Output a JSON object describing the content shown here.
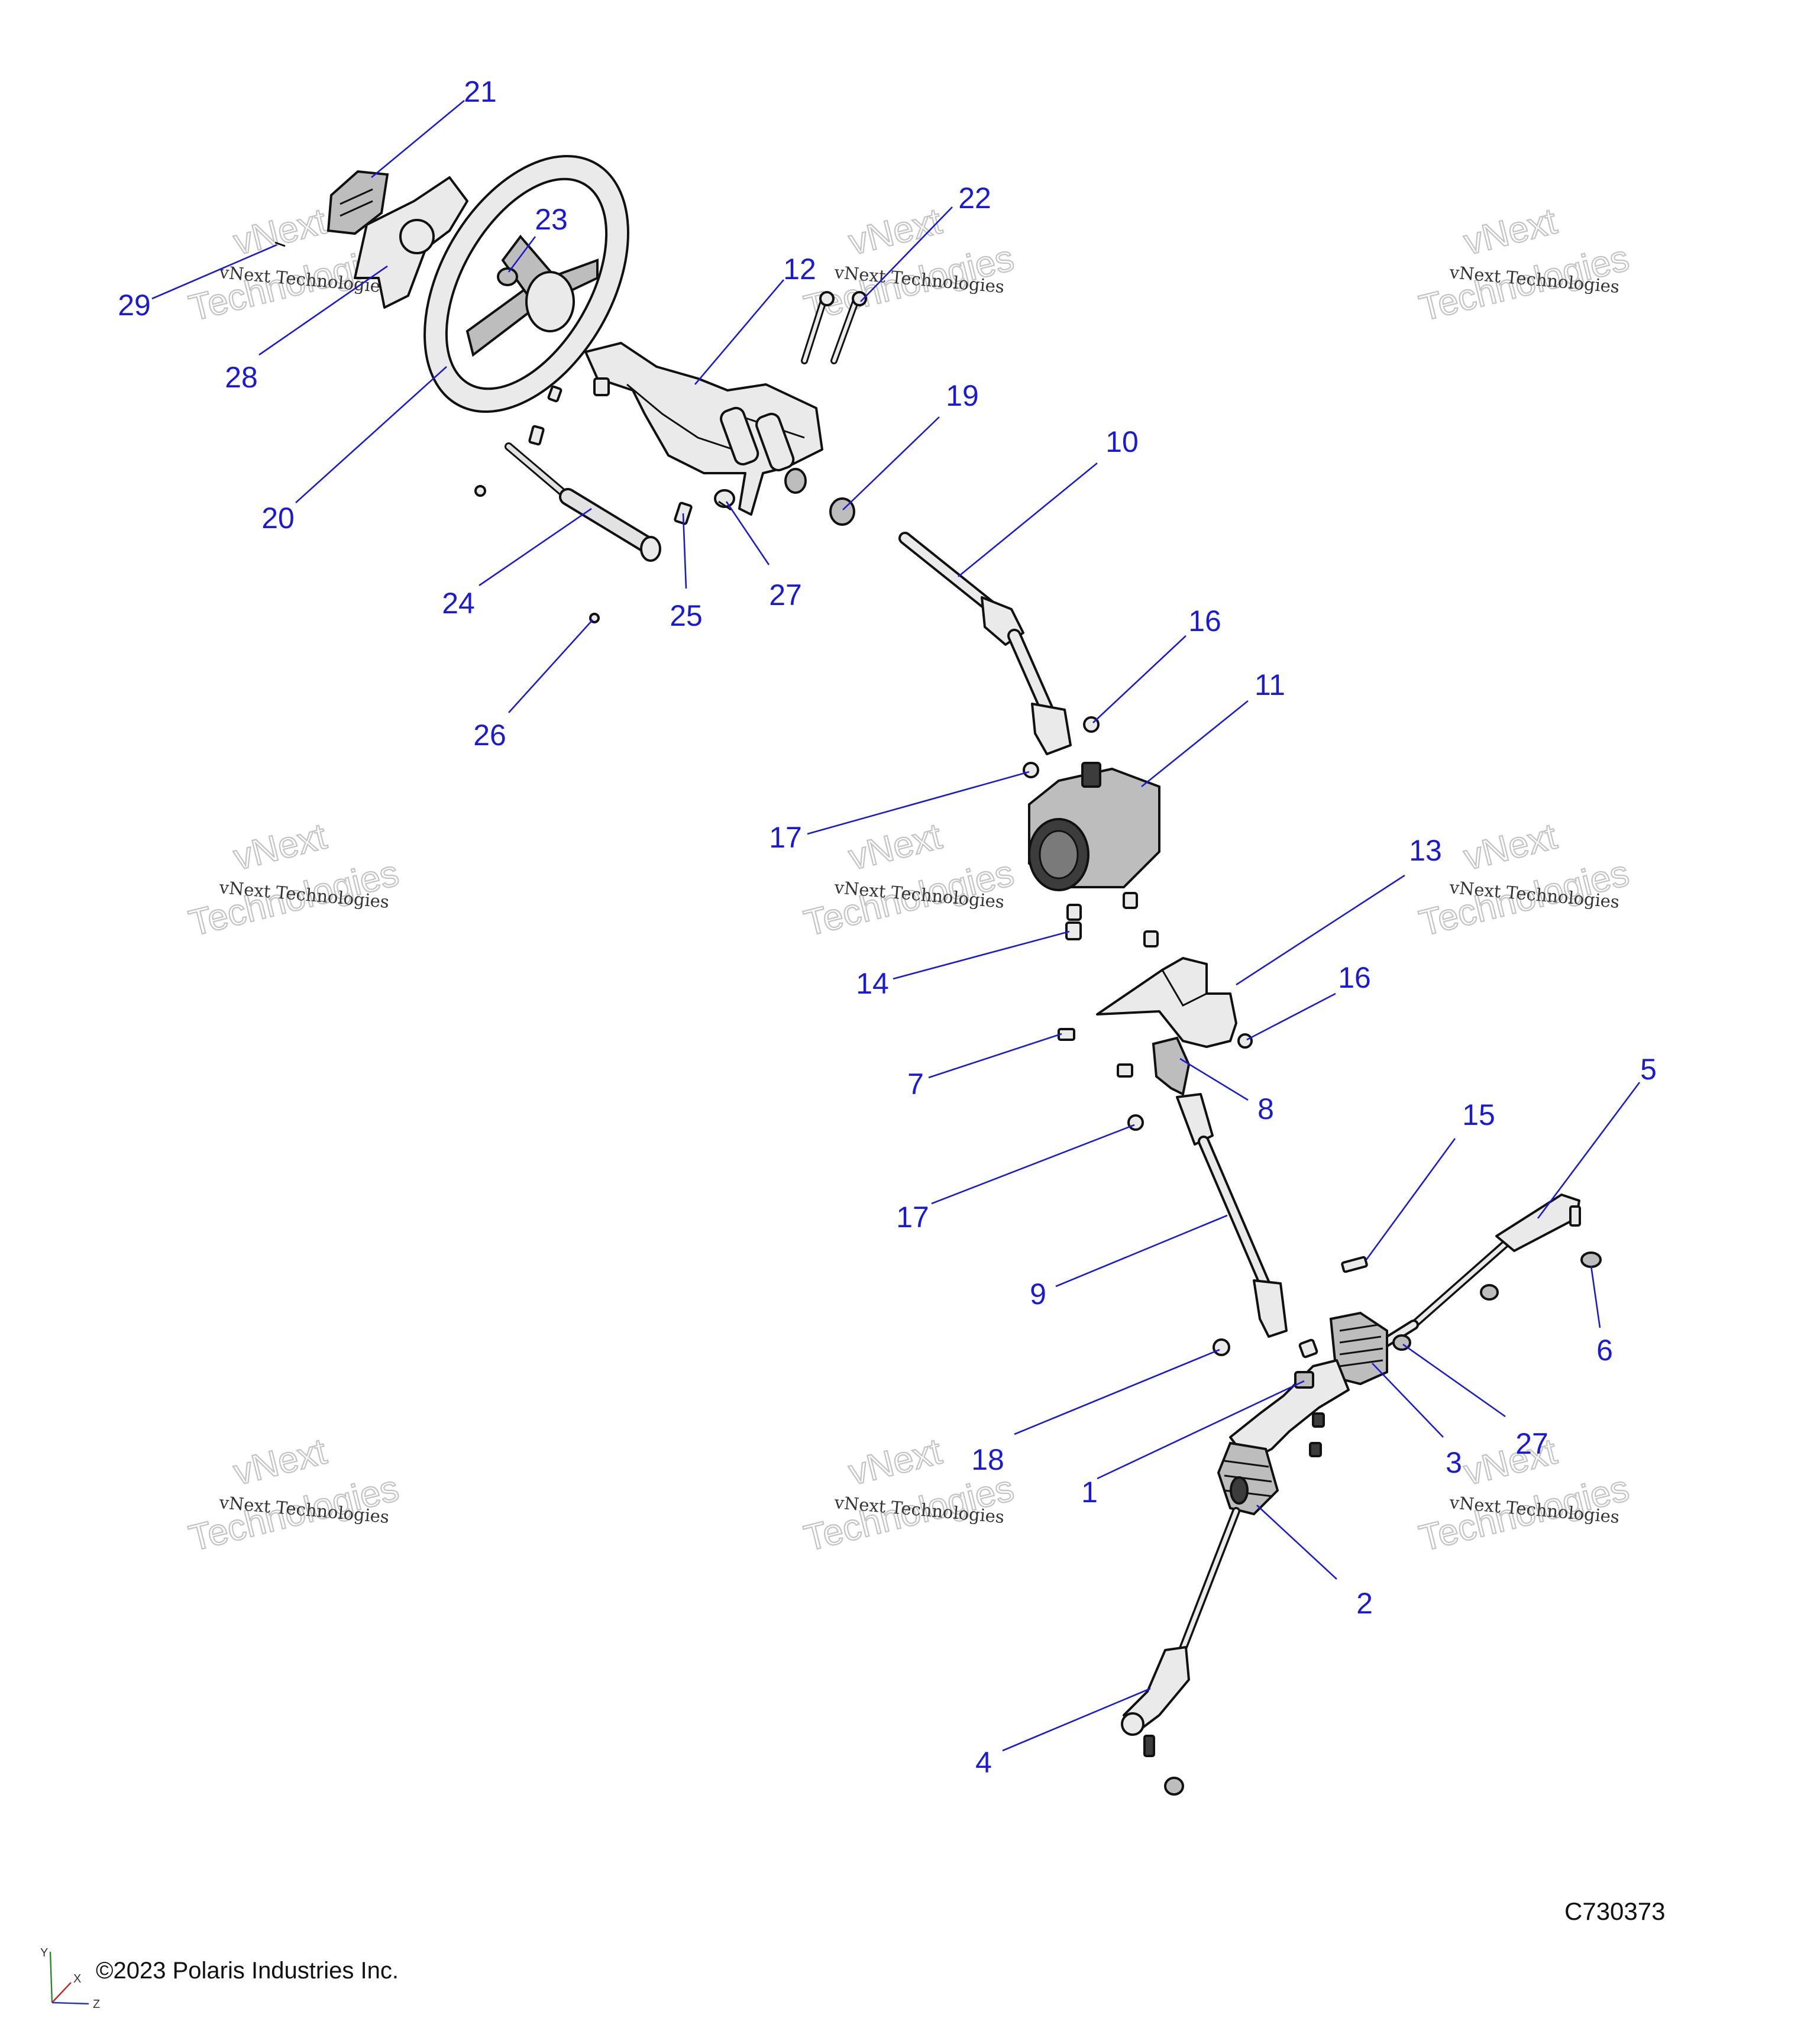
{
  "diagram": {
    "drawing_number": "C730373",
    "copyright": "©2023 Polaris Industries Inc.",
    "watermark": {
      "line1": "vNext Technologies",
      "line2": "vNext",
      "line3": "Technologies"
    },
    "axes": {
      "y": "Y",
      "x": "X",
      "z": "Z"
    },
    "callouts": [
      {
        "label": "21"
      },
      {
        "label": "23"
      },
      {
        "label": "22"
      },
      {
        "label": "12"
      },
      {
        "label": "29"
      },
      {
        "label": "28"
      },
      {
        "label": "19"
      },
      {
        "label": "10"
      },
      {
        "label": "20"
      },
      {
        "label": "24"
      },
      {
        "label": "25"
      },
      {
        "label": "27"
      },
      {
        "label": "16"
      },
      {
        "label": "11"
      },
      {
        "label": "26"
      },
      {
        "label": "17"
      },
      {
        "label": "13"
      },
      {
        "label": "14"
      },
      {
        "label": "16"
      },
      {
        "label": "5"
      },
      {
        "label": "7"
      },
      {
        "label": "8"
      },
      {
        "label": "15"
      },
      {
        "label": "17"
      },
      {
        "label": "9"
      },
      {
        "label": "6"
      },
      {
        "label": "27"
      },
      {
        "label": "18"
      },
      {
        "label": "3"
      },
      {
        "label": "1"
      },
      {
        "label": "2"
      },
      {
        "label": "4"
      }
    ]
  }
}
